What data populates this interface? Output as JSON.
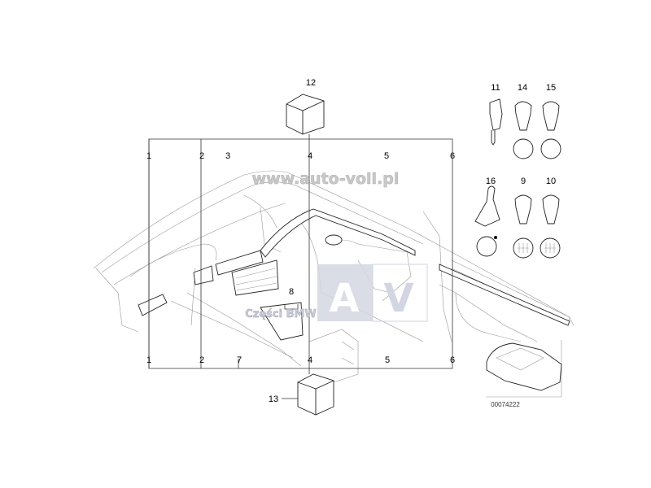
{
  "diagram": {
    "top_labels": [
      "1",
      "2",
      "3",
      "4",
      "5",
      "6"
    ],
    "bottom_labels": [
      "1",
      "2",
      "7",
      "4",
      "5",
      "6"
    ],
    "label_12": "12",
    "label_13": "13",
    "label_8": "8",
    "knob_labels": [
      "11",
      "14",
      "15",
      "16",
      "9",
      "10"
    ],
    "part_number": "00074222"
  },
  "watermark": {
    "url": "www.auto-voll.pl",
    "logo": "AV",
    "subtitle": "Części BMW",
    "logo_color": "#d3d6e2"
  }
}
